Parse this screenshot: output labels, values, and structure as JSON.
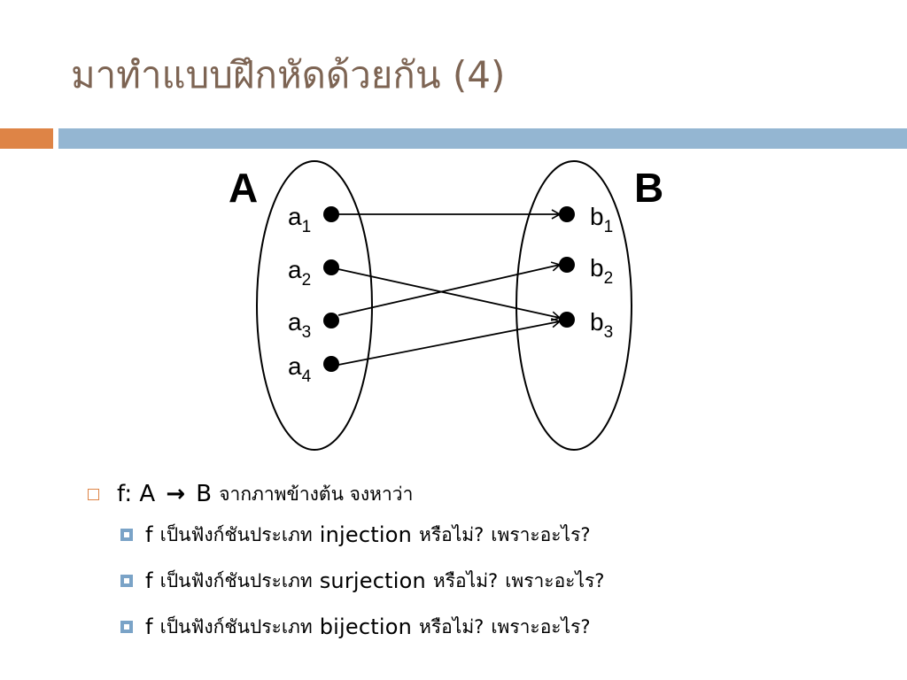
{
  "slide": {
    "title": "มาทำแบบฝึกหัดด้วยกัน (4)"
  },
  "diagram": {
    "set_a": "A",
    "set_b": "B",
    "a1": "a",
    "a1_sub": "1",
    "a2": "a",
    "a2_sub": "2",
    "a3": "a",
    "a3_sub": "3",
    "a4": "a",
    "a4_sub": "4",
    "b1": "b",
    "b1_sub": "1",
    "b2": "b",
    "b2_sub": "2",
    "b3": "b",
    "b3_sub": "3",
    "mapping": [
      [
        "a1",
        "b1"
      ],
      [
        "a2",
        "b3"
      ],
      [
        "a3",
        "b2"
      ],
      [
        "a4",
        "b3"
      ]
    ]
  },
  "bullets": {
    "main": {
      "f": "f:",
      "a": "A",
      "arrow": "→",
      "b": "B",
      "text": "จากภาพข้างต้น จงหาว่า"
    },
    "sub": [
      {
        "f": "f",
        "prefix": "เป็นฟังก์ชันประเภท",
        "kind": "injection",
        "q1": "หรือไม่?",
        "q2": "เพราะอะไร?"
      },
      {
        "f": "f",
        "prefix": "เป็นฟังก์ชันประเภท",
        "kind": "surjection",
        "q1": "หรือไม่?",
        "q2": "เพราะอะไร?"
      },
      {
        "f": "f",
        "prefix": "เป็นฟังก์ชันประเภท",
        "kind": "bijection",
        "q1": "หรือไม่?",
        "q2": "เพราะอะไร?"
      }
    ]
  },
  "colors": {
    "title": "#7d6453",
    "accent_orange": "#de8446",
    "accent_blue": "#94b6d2"
  }
}
